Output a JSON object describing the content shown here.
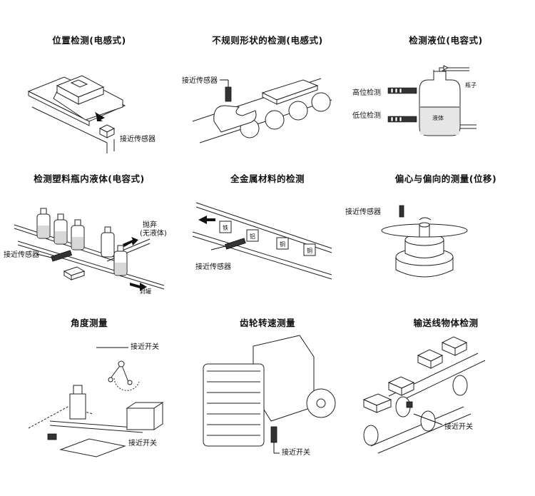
{
  "panels": [
    {
      "title": "位置检测(电感式)",
      "labels": [
        "接近传感器"
      ]
    },
    {
      "title": "不规则形状的检测(电感式)",
      "labels": [
        "接近传感器"
      ]
    },
    {
      "title": "检测液位(电容式)",
      "labels": [
        "高位检测",
        "低位检测",
        "瓶子",
        "液体"
      ]
    },
    {
      "title": "检测塑料瓶内液体(电容式)",
      "labels": [
        "接近传感器",
        "抛弃",
        "(无液体)",
        "封罐"
      ]
    },
    {
      "title": "全金属材料的检测",
      "labels": [
        "接近传感器",
        "铁",
        "铝",
        "铜",
        "铜"
      ]
    },
    {
      "title": "偏心与偏向的测量(位移)",
      "labels": [
        "接近传感器"
      ]
    },
    {
      "title": "角度测量",
      "labels": [
        "接近开关",
        "接近开关"
      ]
    },
    {
      "title": "齿轮转速测量",
      "labels": [
        "接近开关"
      ]
    },
    {
      "title": "输送线物体检测",
      "labels": [
        "接近开关"
      ]
    }
  ]
}
